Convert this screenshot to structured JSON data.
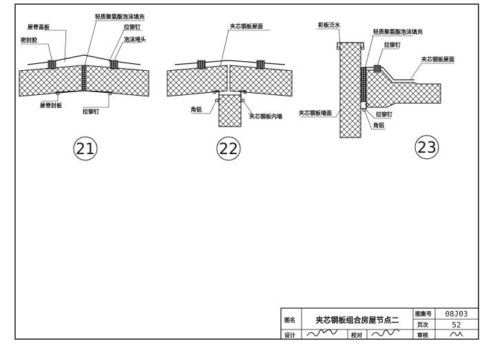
{
  "details": {
    "d21": {
      "number": "21",
      "labels": {
        "ridge_cap": "屋脊盖板",
        "foam_fill": "轻质聚氨酯泡沫填充",
        "rivet_top": "拉铆钉",
        "sealant": "密封胶",
        "foam_plug": "泡沫堵头",
        "ridge_seal": "屋脊封板",
        "rivet_bottom": "拉铆钉"
      }
    },
    "d22": {
      "number": "22",
      "labels": {
        "roof": "夹芯钢板屋面",
        "angle": "角铝",
        "inner_wall": "夹芯钢板内墙"
      }
    },
    "d23": {
      "number": "23",
      "labels": {
        "flashing": "彩板泛水",
        "foam_fill": "轻质聚氨酯泡沫填充",
        "rivet_top": "拉铆钉",
        "roof": "夹芯钢板屋面",
        "wall": "夹芯钢板墙面",
        "rivet_bottom": "拉铆钉",
        "angle": "角铝"
      }
    }
  },
  "title_block": {
    "figure_name_label": "图名",
    "figure_name": "夹芯钢板组合房屋节点二",
    "atlas_no_label": "图集号",
    "atlas_no": "08J03",
    "page_label": "页次",
    "page": "52",
    "design_label": "设计",
    "check_label": "校对",
    "review_label": "审核"
  }
}
